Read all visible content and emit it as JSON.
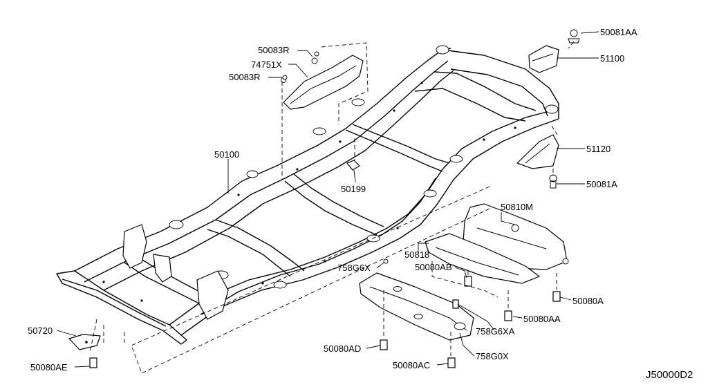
{
  "diagram_code": "J50000D2",
  "parts": {
    "p50081AA": "50081AA",
    "p51100": "51100",
    "p50083R_top": "50083R",
    "p74751X": "74751X",
    "p50083R_mid": "50083R",
    "p50100": "50100",
    "p50199": "50199",
    "p51120": "51120",
    "p50081A": "50081A",
    "p50810M": "50810M",
    "p50818": "50818",
    "p50080AB": "50080AB",
    "p758G6X": "758G6X",
    "p50080A": "50080A",
    "p50080AA": "50080AA",
    "p758G6XA": "758G6XA",
    "p50720": "50720",
    "p50080AD": "50080AD",
    "p758G0X": "758G0X",
    "p50080AE": "50080AE",
    "p50080AC": "50080AC"
  }
}
